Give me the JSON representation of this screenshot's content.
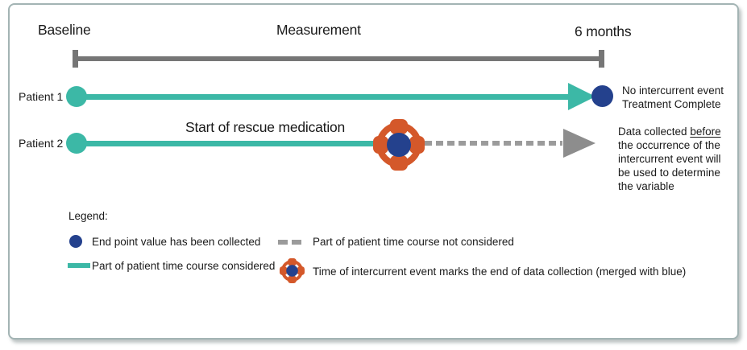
{
  "colors": {
    "teal": "#3cb8a6",
    "blue": "#24418d",
    "orange": "#d4582a",
    "grayBar": "#767676",
    "grayDash": "#9b9b9b",
    "grayArrow": "#8d8d8d",
    "border": "#a3b4b4",
    "text": "#1a1a1a"
  },
  "timeline": {
    "start_label": "Baseline",
    "middle_label": "Measurement",
    "end_label": "6 months"
  },
  "patients": [
    {
      "label": "Patient 1",
      "annotation_lines": [
        "No intercurrent event",
        "Treatment Complete"
      ]
    },
    {
      "label": "Patient 2",
      "event_label": "Start of rescue medication",
      "annotation": {
        "line1_prefix": "Data collected ",
        "line1_underlined": "before",
        "lines_rest": [
          "the occurrence of the",
          "intercurrent event will",
          "be used to determine",
          "the variable"
        ]
      }
    }
  ],
  "legend": {
    "title": "Legend:",
    "items": [
      {
        "symbol": "endpoint-dot",
        "label": "End point value has been collected"
      },
      {
        "symbol": "considered-line",
        "label": "Part of patient time course considered"
      },
      {
        "symbol": "not-considered-dashes",
        "label": "Part of patient time course not considered"
      },
      {
        "symbol": "intercurrent-event-marker",
        "label": "Time of intercurrent event marks the end of data collection (merged with blue)"
      }
    ]
  }
}
